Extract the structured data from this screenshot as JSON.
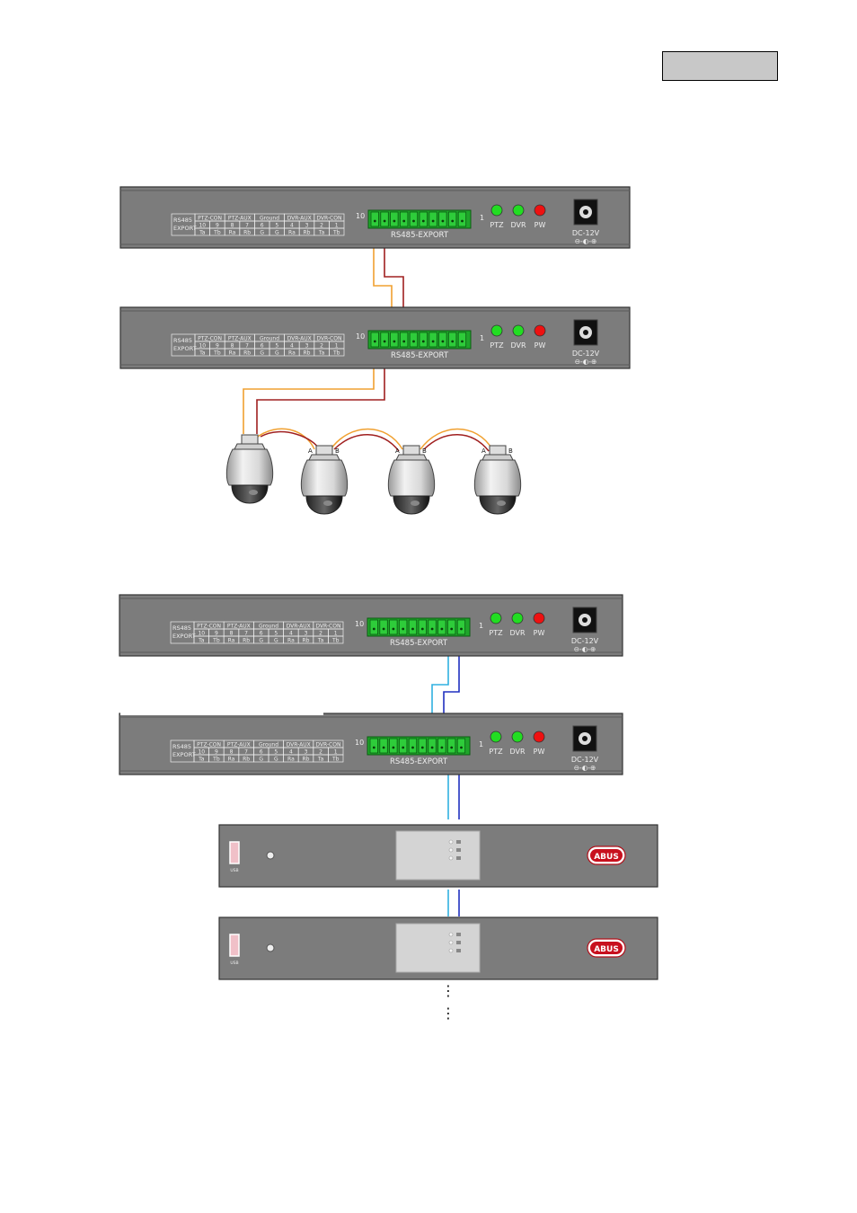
{
  "page_tag": "",
  "unit": {
    "table_header_label": "RS485 EXPORT",
    "groups": [
      "PTZ-CON",
      "PTZ-AUX",
      "Ground",
      "DVR-AUX",
      "DVR-CON"
    ],
    "pins": [
      "10",
      "9",
      "8",
      "7",
      "6",
      "5",
      "4",
      "3",
      "2",
      "1"
    ],
    "signals": [
      "Ta",
      "Tb",
      "Ra",
      "Rb",
      "G",
      "G",
      "Ra",
      "Rb",
      "Ta",
      "Tb"
    ],
    "terminal_left": "10",
    "terminal_right": "1",
    "terminal_label": "RS485-EXPORT",
    "leds": [
      "PTZ",
      "DVR",
      "PW"
    ],
    "power_label": "DC-12V",
    "led_colors": [
      "#22dd22",
      "#22dd22",
      "#ee1111"
    ]
  },
  "cameras": {
    "labels_a": "A",
    "labels_b": "B"
  },
  "recorder": {
    "brand": "ABUS",
    "usb_label": "USB"
  },
  "wire_colors": {
    "orange": "#f0a030",
    "darkred": "#a02020",
    "cyan": "#30b0e0",
    "blue": "#2030c0"
  },
  "ellipsis": "⋮"
}
